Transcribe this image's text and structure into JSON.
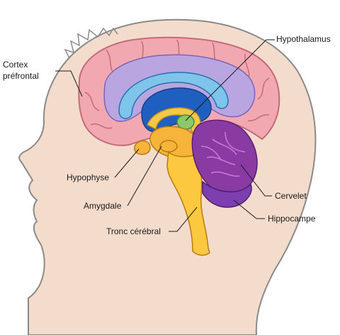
{
  "labels": {
    "cortex_line1": "Cortex",
    "cortex_line2": "préfrontal",
    "hypothalamus": "Hypothalamus",
    "hypophyse": "Hypophyse",
    "amygdale": "Amygdale",
    "tronc": "Tronc cérébral",
    "cervelet": "Cervelet",
    "hippocampe": "Hippocampe"
  }
}
